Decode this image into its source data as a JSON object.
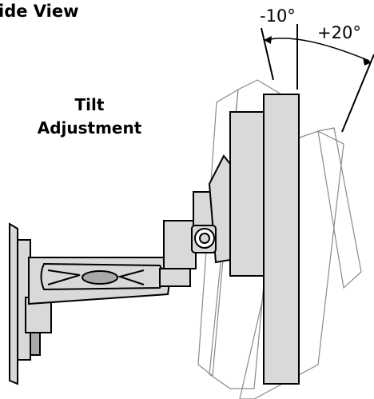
{
  "title": "ide View",
  "feature_label": {
    "line1": "Tilt",
    "line2": "Adjustment"
  },
  "tilt_range": {
    "back": "-10°",
    "forward": "+20°"
  },
  "colors": {
    "outline": "#000000",
    "fill": "#d9d9d9",
    "dark_fill": "#a9a9a9",
    "ghost_outline": "#8a8a8a"
  }
}
